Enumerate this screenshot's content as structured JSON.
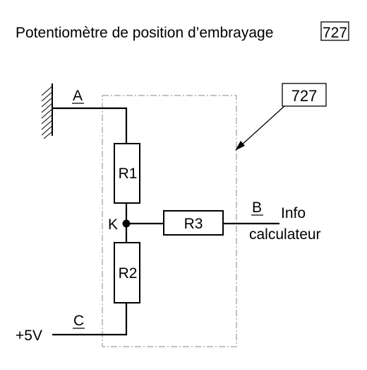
{
  "title": {
    "text": "Potentiomètre de position d’embrayage",
    "ref_box": "727"
  },
  "callout": {
    "ref": "727"
  },
  "terminals": {
    "A": "A",
    "B": "B",
    "C": "C",
    "supply": "+5V"
  },
  "node": {
    "label": "K"
  },
  "resistors": {
    "r1": "R1",
    "r2": "R2",
    "r3": "R3"
  },
  "output": {
    "line1": "Info",
    "line2": "calculateur"
  },
  "icons": {
    "ground": "ground-hatch-icon",
    "arrow": "callout-arrow-icon"
  }
}
